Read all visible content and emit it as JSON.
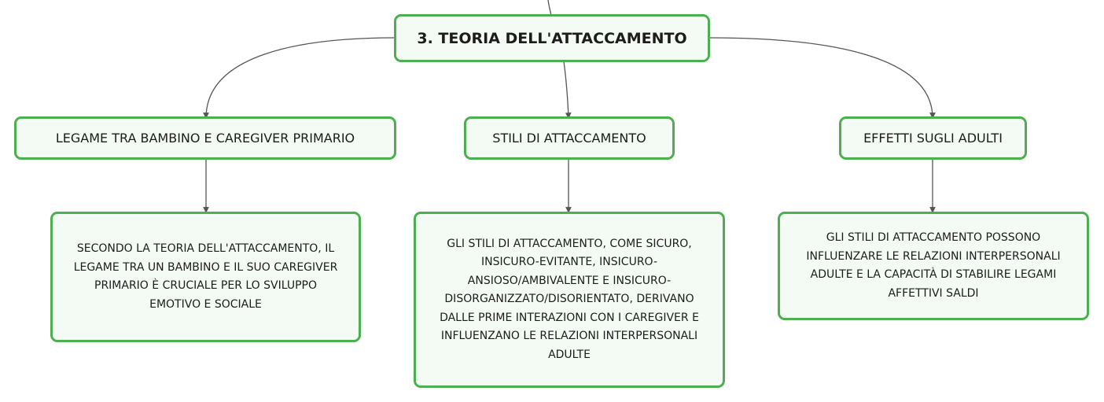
{
  "root": {
    "label": "3. TEORIA DELL'ATTACCAMENTO"
  },
  "branches": [
    {
      "label": "LEGAME TRA BAMBINO E CAREGIVER PRIMARIO",
      "detail": "SECONDO LA TEORIA DELL'ATTACCAMENTO, IL LEGAME TRA UN BAMBINO E IL SUO CAREGIVER PRIMARIO È CRUCIALE PER LO SVILUPPO EMOTIVO E SOCIALE"
    },
    {
      "label": "STILI DI ATTACCAMENTO",
      "detail": "GLI STILI DI ATTACCAMENTO, COME SICURO, INSICURO-EVITANTE, INSICURO-ANSIOSO/AMBIVALENTE E INSICURO-DISORGANIZZATO/DISORIENTATO, DERIVANO DALLE PRIME INTERAZIONI CON I CAREGIVER E INFLUENZANO LE RELAZIONI INTERPERSONALI ADULTE"
    },
    {
      "label": "EFFETTI SUGLI ADULTI",
      "detail": "GLI STILI DI ATTACCAMENTO POSSONO INFLUENZARE LE RELAZIONI INTERPERSONALI ADULTE E LA CAPACITÀ DI STABILIRE LEGAMI AFFETTIVI SALDI"
    }
  ]
}
